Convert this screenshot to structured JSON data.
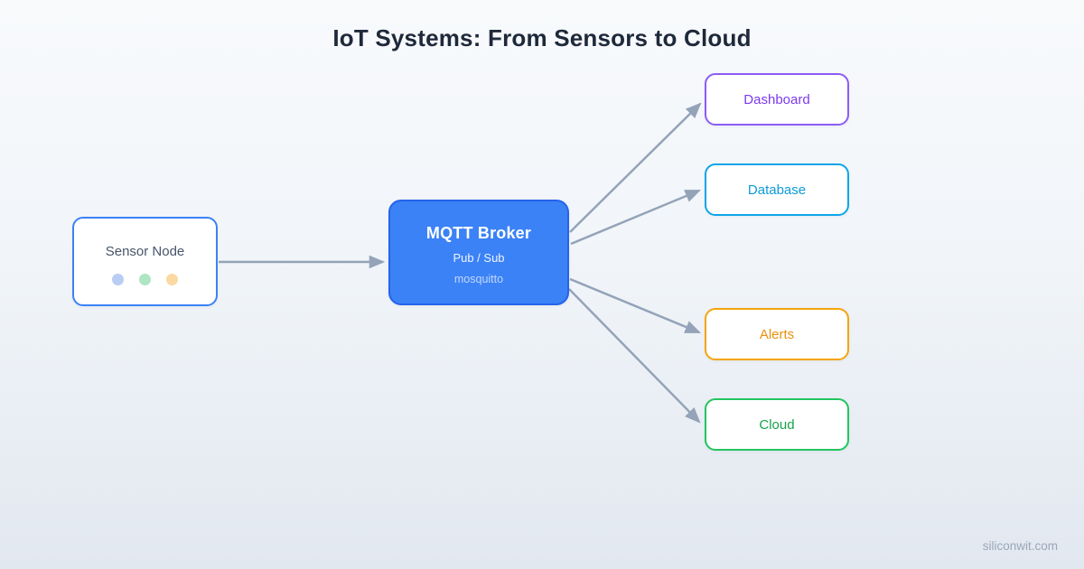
{
  "title": "IoT Systems: From Sensors to Cloud",
  "watermark": "siliconwit.com",
  "diagram": {
    "nodes": {
      "sensor": {
        "label": "Sensor Node",
        "border_color": "#3b82f6",
        "dot_colors": [
          "#b9cdf3",
          "#aee5c3",
          "#fbd9a3"
        ]
      },
      "broker": {
        "title": "MQTT Broker",
        "subtitle": "Pub / Sub",
        "note": "mosquitto",
        "fill_color": "#3b82f6",
        "border_color": "#2563eb"
      },
      "dashboard": {
        "label": "Dashboard",
        "color": "#8b5cf6"
      },
      "database": {
        "label": "Database",
        "color": "#0ea5e9"
      },
      "alerts": {
        "label": "Alerts",
        "color": "#f5a50b"
      },
      "cloud": {
        "label": "Cloud",
        "color": "#22c55e"
      }
    },
    "edges": [
      {
        "from": "sensor",
        "to": "broker"
      },
      {
        "from": "broker",
        "to": "dashboard"
      },
      {
        "from": "broker",
        "to": "database"
      },
      {
        "from": "broker",
        "to": "alerts"
      },
      {
        "from": "broker",
        "to": "cloud"
      }
    ],
    "edge_color": "#94a3b8",
    "background_gradient": [
      "#f8fafc",
      "#e2e8f0"
    ],
    "title_color": "#1e293b"
  }
}
